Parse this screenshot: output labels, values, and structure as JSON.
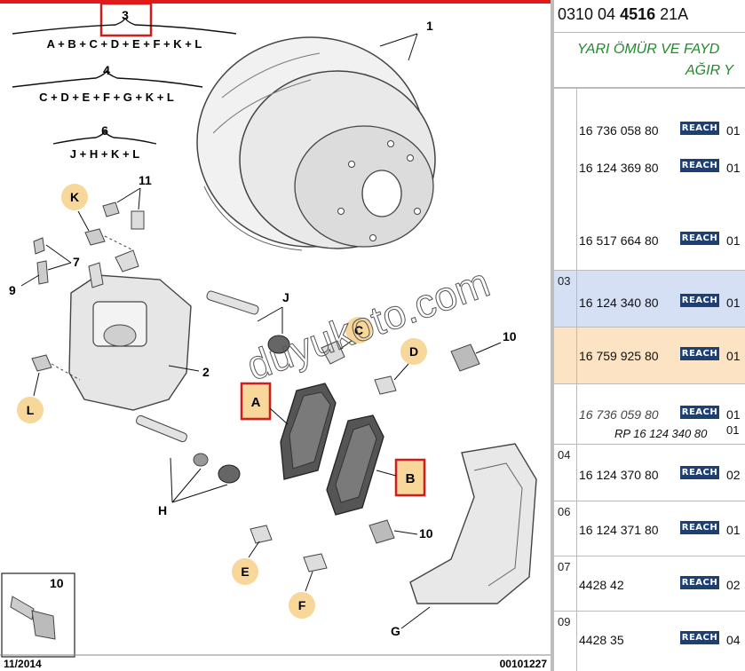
{
  "diagram": {
    "formulas": [
      {
        "num": "3",
        "text": "A + B + C + D + E + F + K + L"
      },
      {
        "num": "4",
        "text": "C + D + E + F + G + K + L"
      },
      {
        "num": "6",
        "text": "J + H + K + L"
      }
    ],
    "callouts": [
      "1",
      "2",
      "7",
      "9",
      "10",
      "10",
      "10",
      "11",
      "J",
      "H",
      "G"
    ],
    "bubble_labels": [
      "K",
      "L",
      "C",
      "D",
      "E",
      "F"
    ],
    "boxed_labels": [
      "A",
      "B"
    ],
    "watermark": "duyukoto.com",
    "date": "11/2014",
    "drawing_no": "00101227",
    "colors": {
      "accent_red": "#e01a1a",
      "bubble": "#f7d79a",
      "reach": "#1c3f75",
      "note_green": "#1f8a2a"
    }
  },
  "panel": {
    "ref_prefix": "0310 04",
    "ref_bold": "4516",
    "ref_suffix": "21A",
    "note_line1": "YARI ÖMÜR VE FAYD",
    "note_line2": "AĞIR Y",
    "reach_label": "REACH",
    "groups": [
      {
        "num": "",
        "rows": [
          {
            "pn": "16 736 058 80",
            "qty": "01"
          },
          {
            "pn": "16 124 369 80",
            "qty": "01"
          },
          {
            "pn": "16 517 664 80",
            "qty": "01"
          }
        ]
      },
      {
        "num": "03",
        "rows": [
          {
            "pn": "16 124 340 80",
            "qty": "01"
          }
        ]
      },
      {
        "num": "",
        "rows": [
          {
            "pn": "16 759 925 80",
            "qty": "01"
          }
        ]
      },
      {
        "num": "",
        "rows": [
          {
            "pn": "16 736 059 80",
            "qty": "01"
          }
        ],
        "rp": "RP 16 124 340 80",
        "rp_qty": "01"
      },
      {
        "num": "04",
        "rows": [
          {
            "pn": "16 124 370 80",
            "qty": "02"
          }
        ]
      },
      {
        "num": "06",
        "rows": [
          {
            "pn": "16 124 371 80",
            "qty": "01"
          }
        ]
      },
      {
        "num": "07",
        "rows": [
          {
            "pn": "4428 42",
            "qty": "02"
          }
        ]
      },
      {
        "num": "09",
        "rows": [
          {
            "pn": "4428 35",
            "qty": "04"
          }
        ]
      }
    ]
  }
}
